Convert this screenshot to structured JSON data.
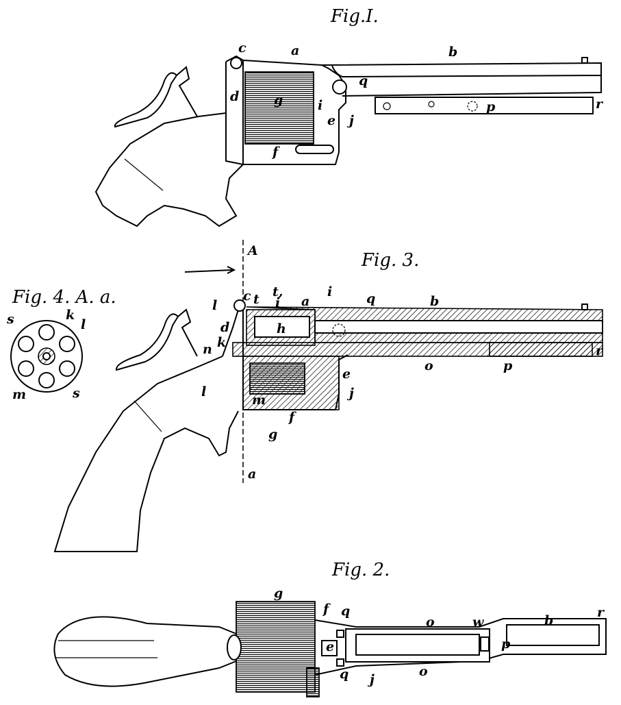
{
  "figures": {
    "fig1": {
      "title": "Fig.I.",
      "labels": [
        "c",
        "a",
        "b",
        "d",
        "g",
        "q",
        "i",
        "p",
        "r",
        "e",
        "j",
        "f"
      ]
    },
    "fig3": {
      "title": "Fig. 3.",
      "section_mark_top": "A",
      "section_mark_bottom": "a",
      "labels": [
        "l",
        "c",
        "t",
        "t,",
        "i",
        "a",
        "i",
        "q",
        "b",
        "d",
        "h",
        "n",
        "k",
        "r",
        "e",
        "o",
        "p",
        "l",
        "m",
        "j",
        "f",
        "g"
      ]
    },
    "fig4": {
      "title": "Fig. 4. A. a.",
      "labels": [
        "s",
        "k",
        "l",
        "m",
        "s"
      ]
    },
    "fig2": {
      "title": "Fig. 2.",
      "labels": [
        "g",
        "f",
        "q",
        "o",
        "w",
        "b",
        "r",
        "e",
        "p",
        "q",
        "j",
        "o"
      ]
    }
  }
}
